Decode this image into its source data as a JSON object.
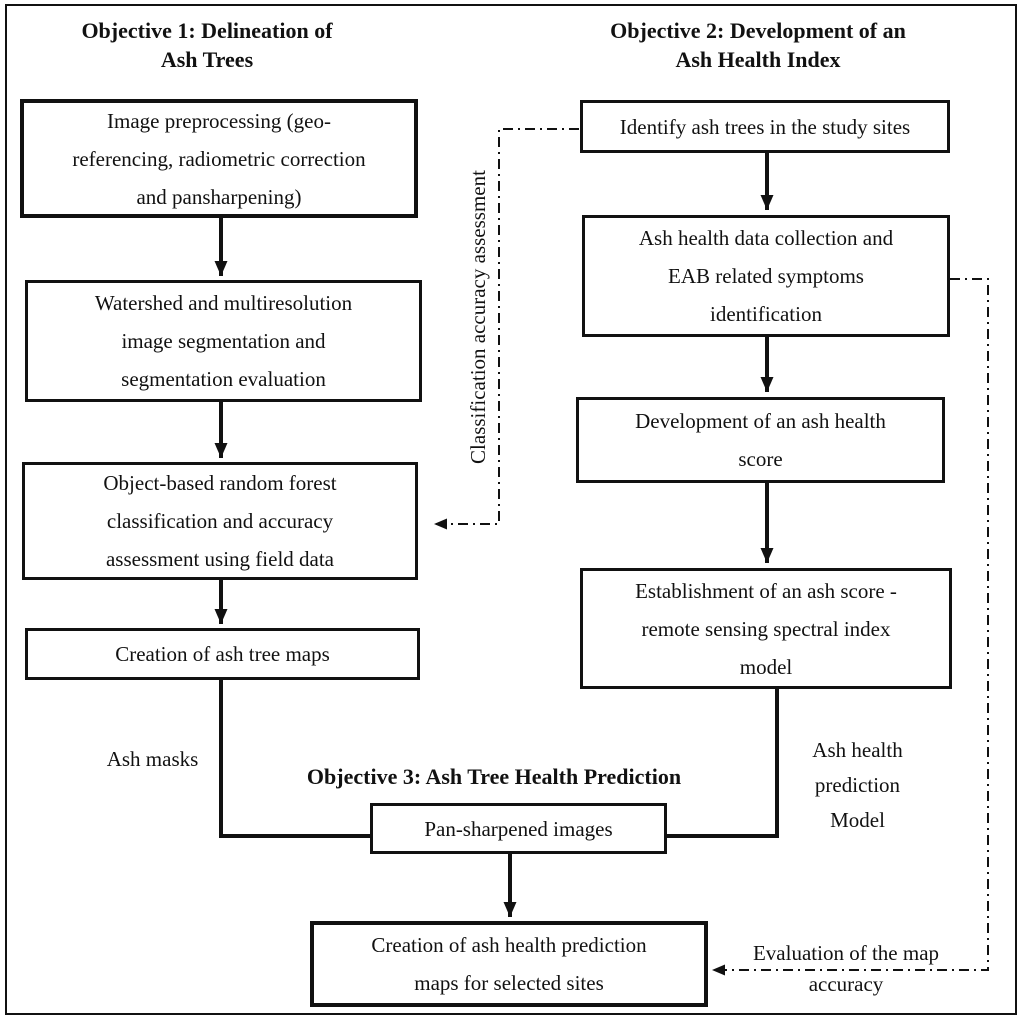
{
  "figure": {
    "objective1": {
      "title": "Objective 1: Delineation of\nAsh Trees",
      "steps": [
        "Image preprocessing (geo-\nreferencing, radiometric correction\nand pansharpening)",
        "Watershed and multiresolution\nimage segmentation and\nsegmentation evaluation",
        "Object-based random forest\nclassification and accuracy\nassessment using field data",
        "Creation of ash tree maps"
      ]
    },
    "objective2": {
      "title": "Objective 2:  Development of an\nAsh Health Index",
      "steps": [
        "Identify ash trees in the study sites",
        "Ash health data collection and\nEAB related symptoms\nidentification",
        "Development of an ash health\nscore",
        "Establishment of an ash score -\nremote sensing spectral index\nmodel"
      ]
    },
    "objective3": {
      "title": "Objective 3: Ash Tree Health Prediction",
      "steps": [
        "Pan-sharpened images",
        "Creation of ash health prediction\nmaps for selected sites"
      ]
    },
    "connector_labels": {
      "classification_accuracy": "Classification accuracy assessment",
      "ash_masks": "Ash masks",
      "ash_health_model": "Ash health\nprediction\nModel",
      "map_evaluation": "Evaluation of the map\naccuracy"
    },
    "colors": {
      "ink": "#111111",
      "background": "#ffffff"
    }
  }
}
